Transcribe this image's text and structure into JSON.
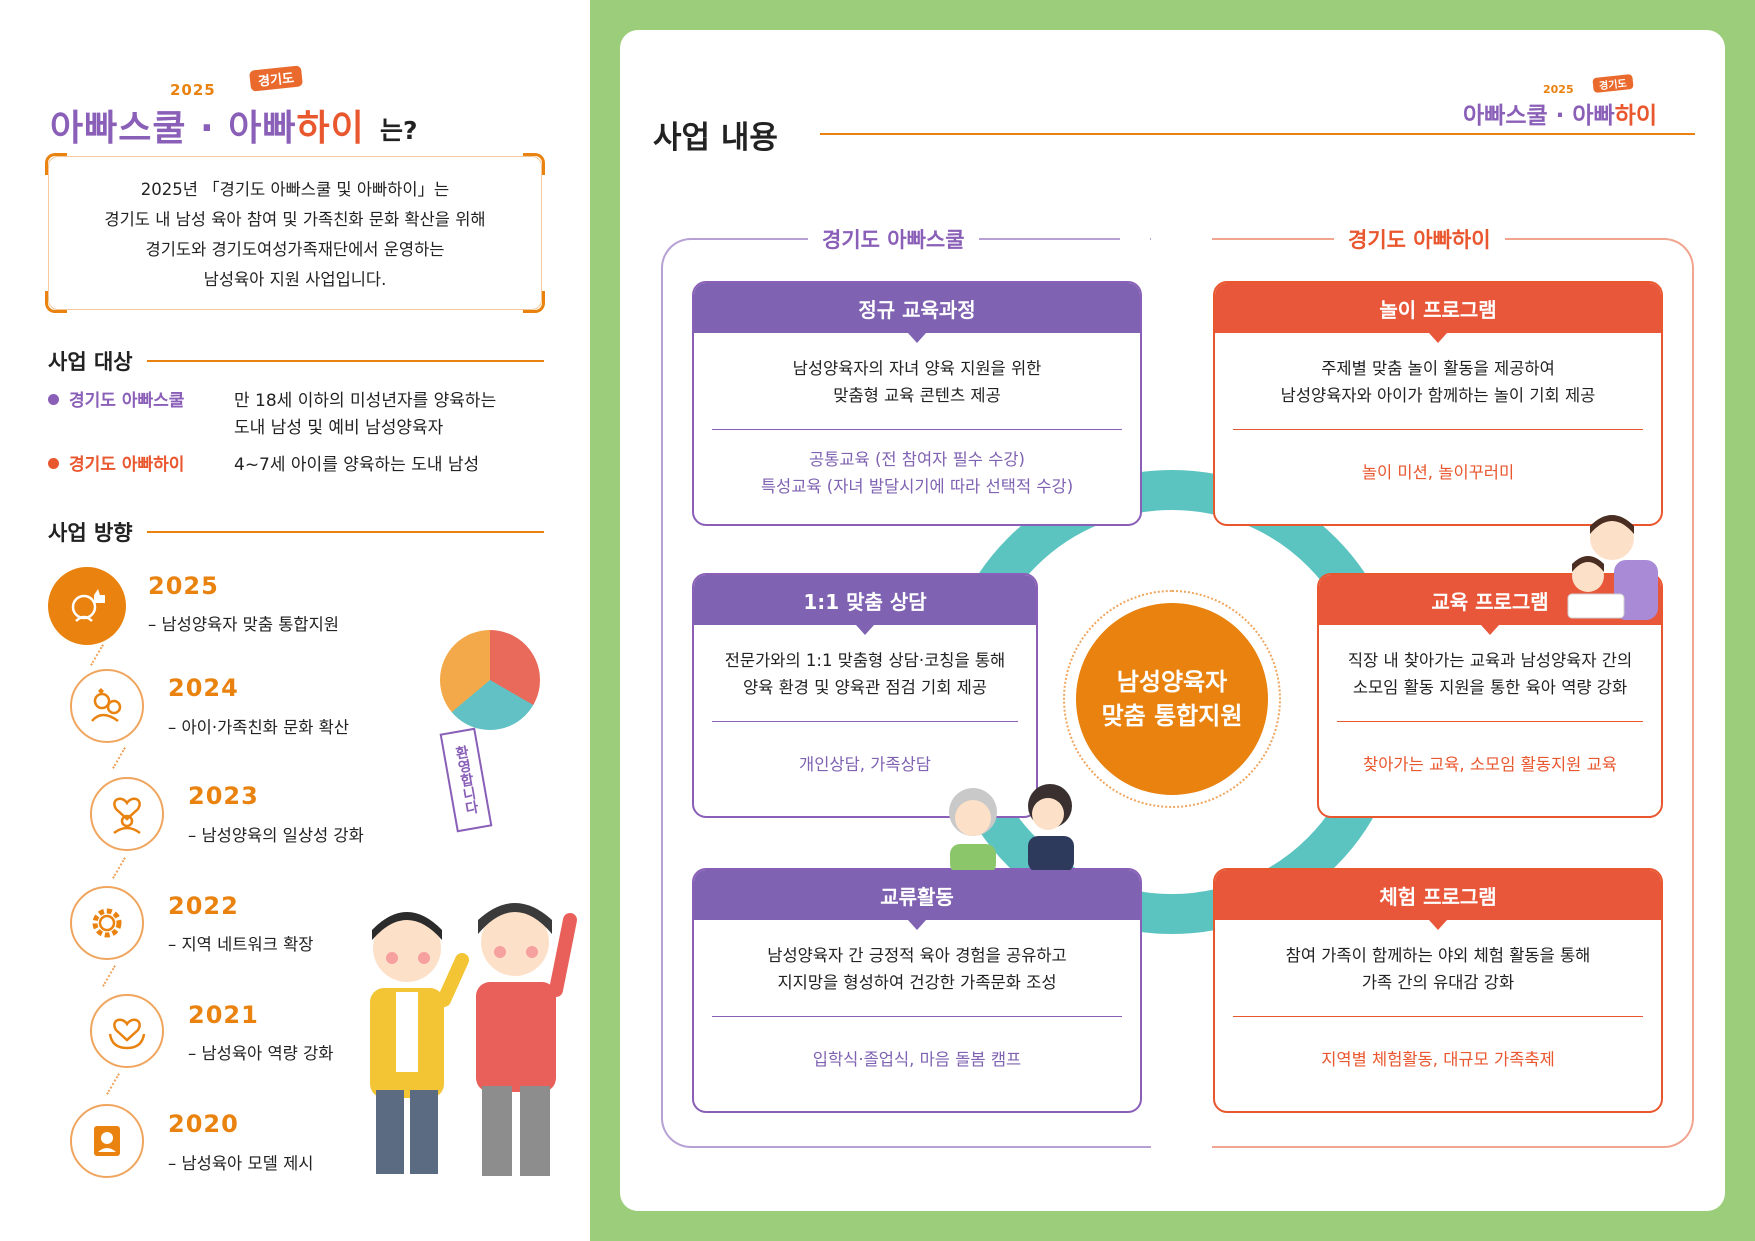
{
  "left": {
    "logo": {
      "year": "2025",
      "tag": "경기도",
      "title_a": "아빠스쿨 · 아빠",
      "title_b": "하이",
      "suffix": "는?"
    },
    "intro": {
      "line1": "2025년 「경기도 아빠스쿨 및 아빠하이」는",
      "line2": "경기도 내 남성 육아 참여 및 가족친화 문화 확산을 위해",
      "line3": "경기도와 경기도여성가족재단에서 운영하는",
      "line4": "남성육아 지원 사업입니다."
    },
    "target": {
      "heading": "사업 대상",
      "items": [
        {
          "name": "경기도 아빠스쿨",
          "desc1": "만 18세 이하의 미성년자를 양육하는",
          "desc2": "도내 남성 및 예비 남성양육자",
          "color": "#8a5fb8"
        },
        {
          "name": "경기도 아빠하이",
          "desc1": "4~7세 아이를 양육하는 도내 남성",
          "desc2": "",
          "color": "#e9572f"
        }
      ]
    },
    "direction": {
      "heading": "사업 방향",
      "timeline": [
        {
          "year": "2025",
          "desc": "– 남성양육자 맞춤 통합지원",
          "icon": "parent-thumbs-up-icon"
        },
        {
          "year": "2024",
          "desc": "– 아이·가족친화 문화 확산",
          "icon": "hugging-family-icon"
        },
        {
          "year": "2023",
          "desc": "– 남성양육의 일상성 강화",
          "icon": "family-heart-icon"
        },
        {
          "year": "2022",
          "desc": "– 지역 네트워크 확장",
          "icon": "gear-network-icon"
        },
        {
          "year": "2021",
          "desc": "– 남성육아 역량 강화",
          "icon": "heart-hands-icon"
        },
        {
          "year": "2020",
          "desc": "– 남성육아 모델 제시",
          "icon": "baby-frame-icon"
        }
      ]
    },
    "balloon_banner": "환영합니다"
  },
  "right": {
    "title": "사업 내용",
    "logo": {
      "year": "2025",
      "tag": "경기도",
      "title_a": "아빠스쿨 · 아빠",
      "title_b": "하이"
    },
    "col_left_label": "경기도 아빠스쿨",
    "col_right_label": "경기도 아빠하이",
    "center_line1": "남성양육자",
    "center_line2": "맞춤 통합지원",
    "boxes": [
      {
        "title": "정규 교육과정",
        "body1": "남성양육자의 자녀 양육 지원을 위한",
        "body2": "맞춤형 교육 콘텐츠 제공",
        "foot1": "공통교육 (전 참여자 필수 수강)",
        "foot2": "특성교육 (자녀 발달시기에 따라 선택적 수강)"
      },
      {
        "title": "놀이 프로그램",
        "body1": "주제별 맞춤 놀이 활동을 제공하여",
        "body2": "남성양육자와 아이가 함께하는 놀이 기회 제공",
        "foot1": "놀이 미션, 놀이꾸러미",
        "foot2": ""
      },
      {
        "title": "1:1 맞춤 상담",
        "body1": "전문가와의 1:1 맞춤형 상담·코칭을 통해",
        "body2": "양육 환경 및 양육관 점검 기회 제공",
        "foot1": "개인상담, 가족상담",
        "foot2": ""
      },
      {
        "title": "교육 프로그램",
        "body1": "직장 내 찾아가는 교육과 남성양육자 간의",
        "body2": "소모임 활동 지원을 통한 육아 역량 강화",
        "foot1": "찾아가는 교육, 소모임 활동지원 교육",
        "foot2": ""
      },
      {
        "title": "교류활동",
        "body1": "남성양육자 간 긍정적 육아 경험을 공유하고",
        "body2": "지지망을 형성하여 건강한 가족문화 조성",
        "foot1": "입학식·졸업식, 마음 돌봄 캠프",
        "foot2": ""
      },
      {
        "title": "체험 프로그램",
        "body1": "참여 가족이 함께하는 야외 체험 활동을 통해",
        "body2": "가족 간의 유대감 강화",
        "foot1": "지역별 체험활동, 대규모 가족축제",
        "foot2": ""
      }
    ]
  },
  "colors": {
    "purple": "#8a5fb8",
    "orange": "#e9820f",
    "red_orange": "#e9572f",
    "green_bg": "#9ccd7a",
    "teal": "#5cc4c0"
  }
}
